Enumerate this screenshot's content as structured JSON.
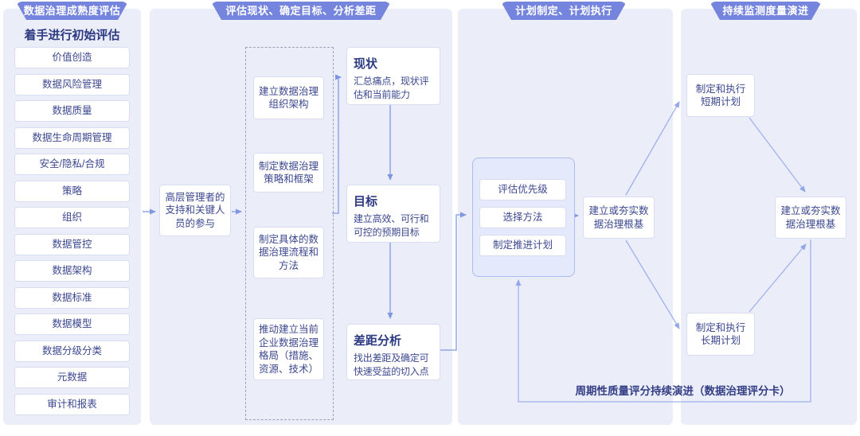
{
  "badges": {
    "stage1": "数据治理成熟度评估",
    "stage2": "评估现状、确定目标、分析差距",
    "stage3": "计划制定、计划执行",
    "stage4": "持续监测度量演进"
  },
  "assessment": {
    "heading": "着手进行初始评估",
    "items": [
      "价值创造",
      "数据风险管理",
      "数据质量",
      "数据生命周期管理",
      "安全/隐私/合规",
      "策略",
      "组织",
      "数据管控",
      "数据架构",
      "数据标准",
      "数据模型",
      "数据分级分类",
      "元数据",
      "审计和报表"
    ]
  },
  "sponsor": {
    "text": "高层管理者的支持和关键人员的参与"
  },
  "setup": {
    "items": [
      "建立数据治理组织架构",
      "制定数据治理策略和框架",
      "制定具体的数据治理流程和方法",
      "推动建立当前企业数据治理格局（措施、资源、技术）"
    ]
  },
  "steps": {
    "current": {
      "title": "现状",
      "desc": "汇总痛点，现状评估和当前能力"
    },
    "target": {
      "title": "目标",
      "desc": "建立高效、可行和可控的预期目标"
    },
    "gap": {
      "title": "差距分析",
      "desc": "找出差距及确定可快速受益的切入点"
    }
  },
  "planning": {
    "items": [
      "评估优先级",
      "选择方法",
      "制定推进计划"
    ],
    "foundation": "建立或夯实数据治理根基"
  },
  "monitoring": {
    "short_term": "制定和执行短期计划",
    "foundation": "建立或夯实数据治理根基",
    "long_term": "制定和执行长期计划",
    "feedback": "周期性质量评分持续演进（数据治理评分卡）"
  },
  "colors": {
    "badge": "#7585de",
    "panel": "#ebedf9",
    "box_border": "#d9ddf2",
    "text": "#3c4890",
    "heading": "#2c3a82",
    "container_fill": "#e4e9fb",
    "container_border": "#aabcee",
    "connector": "#8099e3",
    "connector_light": "#a0b2ec"
  }
}
